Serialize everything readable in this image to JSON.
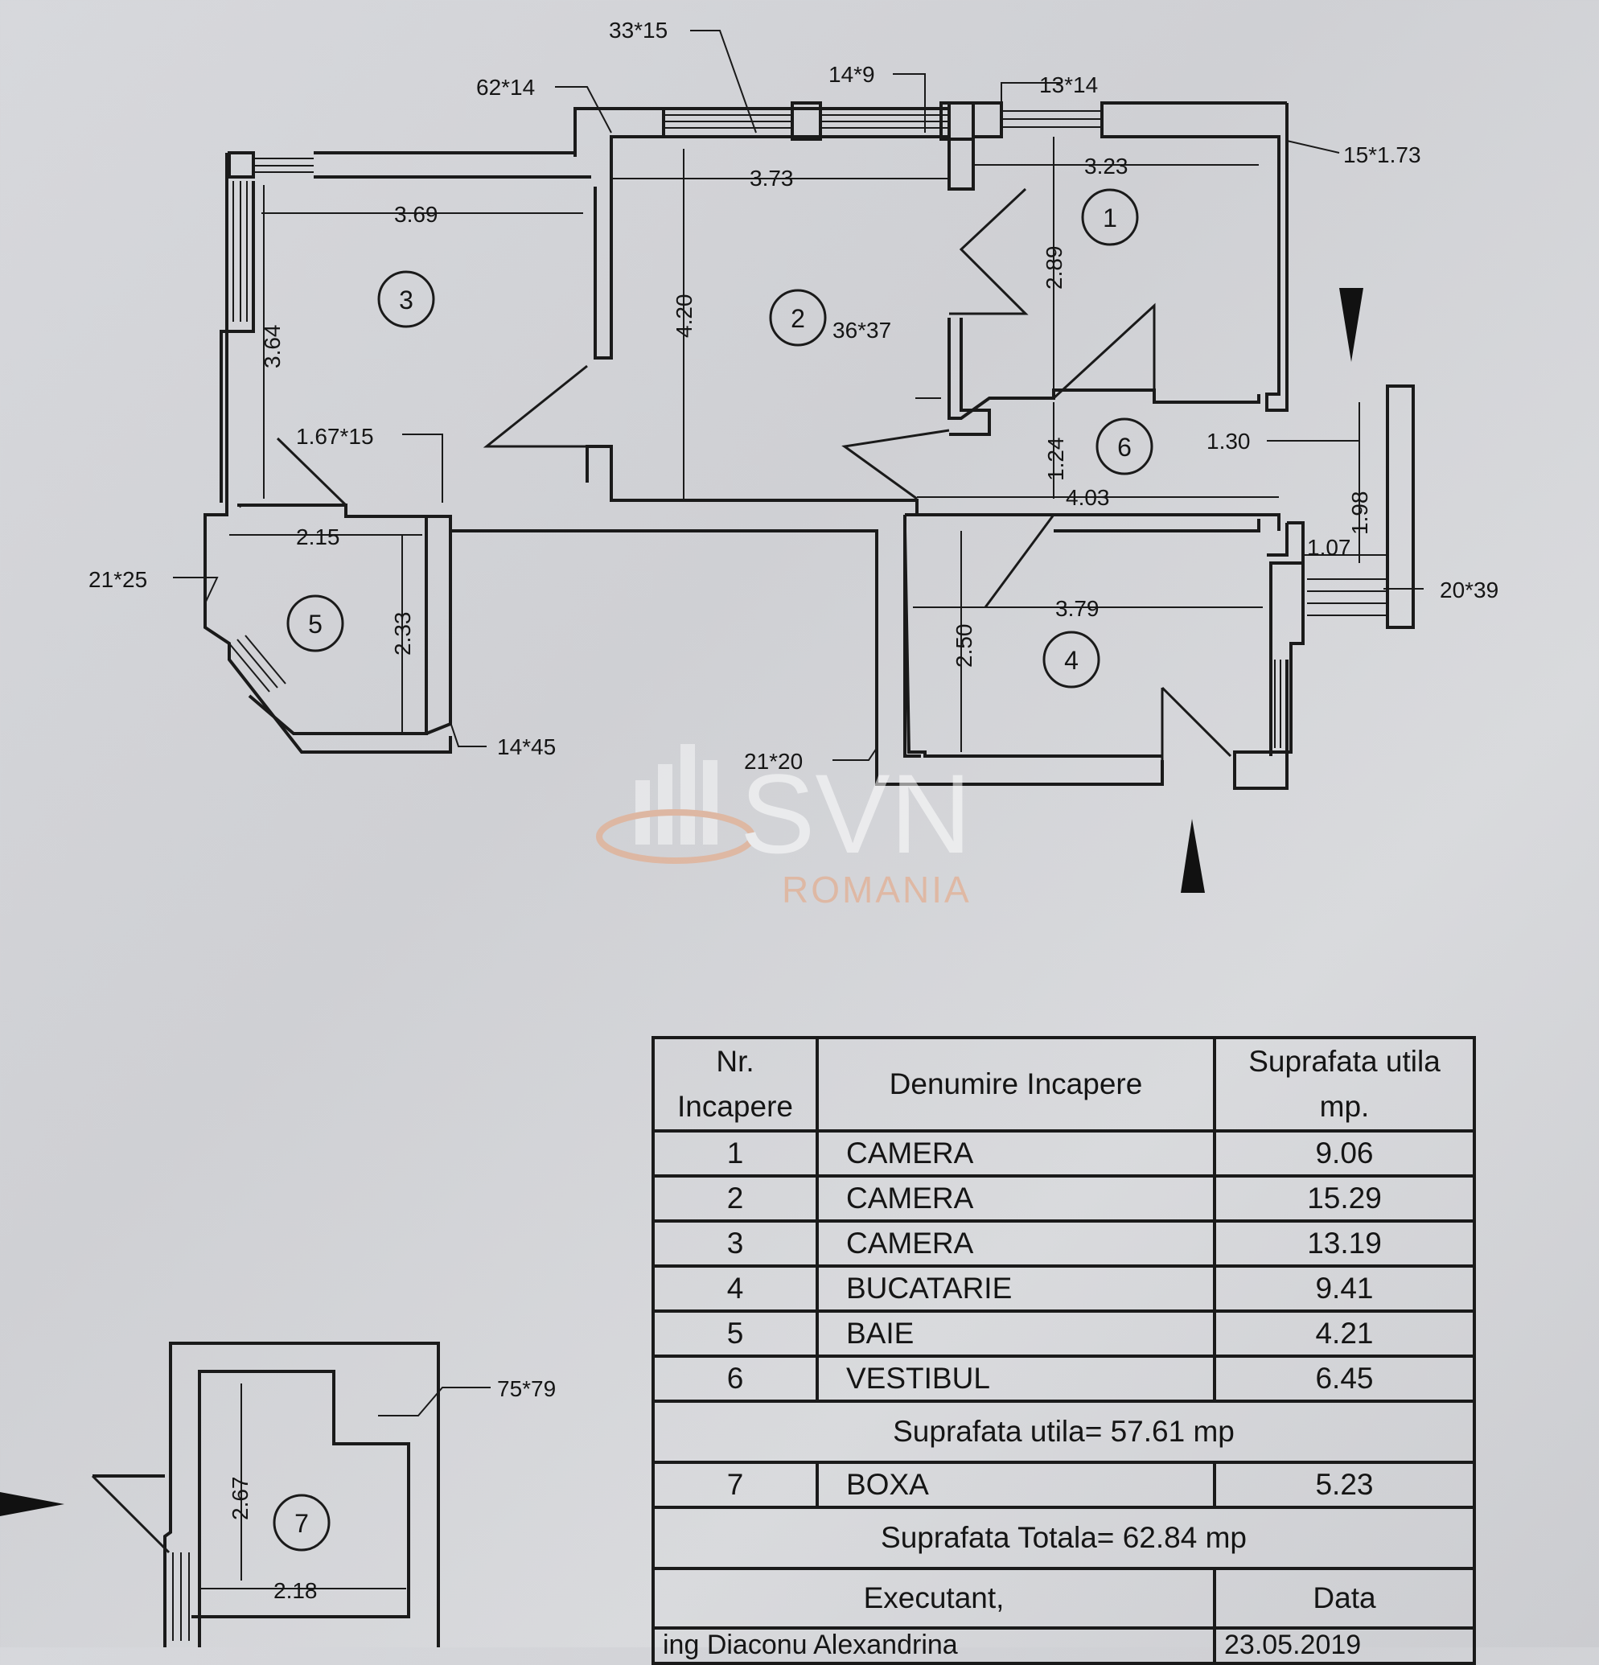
{
  "plan": {
    "dims": {
      "d1": "33*15",
      "d2": "62*14",
      "d3": "14*9",
      "d4": "13*14",
      "d5": "15*1.73",
      "d6": "3.73",
      "d7": "3.23",
      "d8": "3.69",
      "d9": "4.20",
      "d10": "2.89",
      "d11": "3.64",
      "d12": "36*37",
      "d13": "1.67*15",
      "d14": "1.30",
      "d15": "1.24",
      "d16": "4.03",
      "d17": "1.98",
      "d18": "1.07",
      "d19": "2.15",
      "d20": "21*25",
      "d21": "2.33",
      "d22": "3.79",
      "d23": "20*39",
      "d24": "2.50",
      "d25": "14*45",
      "d26": "21*20",
      "d27": "75*79",
      "d28": "2.67",
      "d29": "2.18"
    },
    "rooms": {
      "r1": "1",
      "r2": "2",
      "r3": "3",
      "r4": "4",
      "r5": "5",
      "r6": "6",
      "r7": "7"
    },
    "watermark": {
      "brand": "SVN",
      "sub": "ROMANIA",
      "color": "#e8a27a"
    }
  },
  "table": {
    "header": {
      "nr": "Nr. Incapere",
      "name": "Denumire Incapere",
      "area": "Suprafata utila mp."
    },
    "rows": [
      {
        "nr": "1",
        "name": "CAMERA",
        "area": "9.06"
      },
      {
        "nr": "2",
        "name": "CAMERA",
        "area": "15.29"
      },
      {
        "nr": "3",
        "name": "CAMERA",
        "area": "13.19"
      },
      {
        "nr": "4",
        "name": "BUCATARIE",
        "area": "9.41"
      },
      {
        "nr": "5",
        "name": "BAIE",
        "area": "4.21"
      },
      {
        "nr": "6",
        "name": "VESTIBUL",
        "area": "6.45"
      }
    ],
    "useful_total": "Suprafata utila= 57.61 mp",
    "extra_row": {
      "nr": "7",
      "name": "BOXA",
      "area": "5.23"
    },
    "grand_total": "Suprafata Totala= 62.84 mp",
    "executant_label": "Executant,",
    "date_label": "Data",
    "executant_name": "ing Diaconu Alexandrina",
    "date_value": "23.05.2019"
  }
}
